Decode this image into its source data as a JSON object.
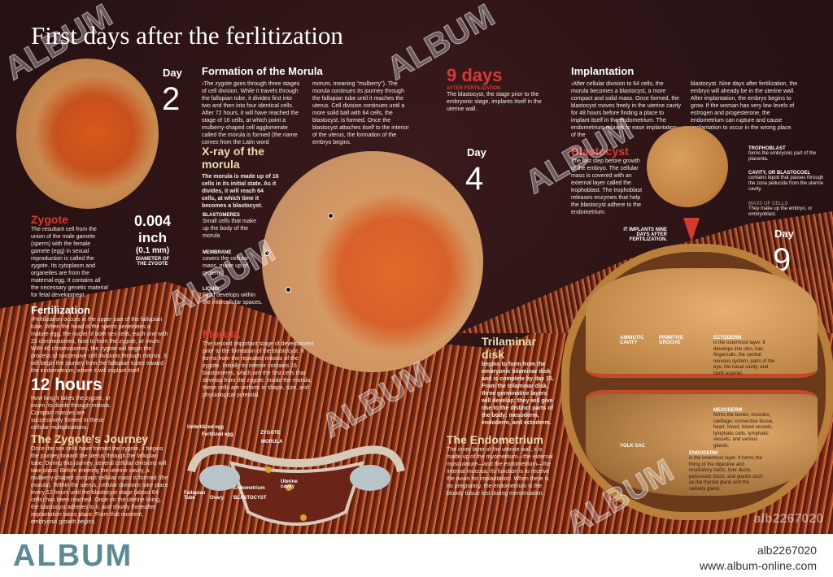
{
  "title": "First days after the ferlitization",
  "day2": {
    "day": "Day",
    "num": "2"
  },
  "morula_formation": {
    "heading": "Formation of the Morula",
    "col1": "›The zygote goes through three stages of cell division. While it travels through the fallopian tube, it divides first into two and then into four identical cells. After 72 hours, it will have reached the stage of 16 cells, at which point a mulberry-shaped cell agglomerate called the morula is formed (the name comes from the Latin word",
    "col2": "morum, meaning \"mulberry\"). The morula continues its journey through the fallopian tube until it reaches the uterus. Cell division continues until a more solid ball with 64 cells, the blastocyst, is formed. Once the blastocyst attaches itself to the interior of the uterus, the formation of the embryo begins."
  },
  "nine_days": {
    "heading": "9 days",
    "sub": "AFTER FERTILIZATION",
    "text": "The blastocyst, the stage prior to the embryonic stage, implants itself in the uterine wall."
  },
  "implantation": {
    "heading": "Implantation",
    "col1": "›After cellular division to 64 cells, the morula becomes a blastocyst, a more compact and solid mass. Once formed, the blastocyst moves freely in the uterine cavity for 48 hours before finding a place to implant itself in the endometrium. The endometrium relaxes to ease implantation of the",
    "col2": "blastocyst. Nine days after fertilization, the embryo will already be in the uterine wall. After implantation, the embryo begins to grow. If the woman has very low levels of estrogen and progesterone, the endometrium can rupture and cause implantation to occur in the wrong place."
  },
  "zygote": {
    "heading": "Zygote",
    "text": "The resultant cell from the union of the male gamete (sperm) with the female gamete (egg) in sexual reproduction is called the zygote. Its cytoplasm and organelles are from the maternal egg. It contains all the necessary genetic material for fetal development."
  },
  "size": {
    "value": "0.004",
    "unit": "inch",
    "mm": "(0.1 mm)",
    "caption": "DIAMETER OF THE ZYGOTE"
  },
  "xray": {
    "heading": "X-ray of the morula",
    "text": "The morula is made up of 16 cells in its initial state. As it divides, it will reach 64 cells, at which time it becomes a blastocyst.",
    "labels": [
      {
        "title": "BLASTOMERES",
        "text": "Small cells that make up the body of the morula"
      },
      {
        "title": "MEMBRANE",
        "text": "covers the cellular mass, made up of proteins"
      },
      {
        "title": "LIQUID",
        "text": "Fluid develops within the intercellular spaces."
      }
    ]
  },
  "morula": {
    "heading": "Morula",
    "text": "The second important stage of development prior to the formation of the blastocyst. It forms from the repeated mitosis of the zygote. Initially its interior contains 16 blastomeres, which are the first cells that develop from the zygote. Inside the morula, these cells are uniform in shape, size, and physiological potential."
  },
  "fertilization": {
    "heading": "Fertilization",
    "text": "›Fertilization occurs in the upper part of the fallopian tube. When the head of the sperm penetrates a mature egg, the nuclei of both sex cells, each one with 23 chromosomes, fuse to form the zygote, or ovum. With 46 chromosomes, the zygote will begin the process of successive cell divisions through mitosis. It will begin the journey from the fallopian tubes toward the endometrium, where it will implant itself."
  },
  "hours": {
    "heading": "12 hours",
    "text": "How long it takes the zygote, or ovum, to divide through mitosis. Compact masses are successively formed in these cellular multiplications."
  },
  "journey": {
    "heading": "The Zygote's Journey",
    "text": "Once the sex cells have formed the zygote, it begins the journey toward the uterus through the fallopian tube. During this journey, several cellular divisions will take place. Before entering the uterine cavity, a mulberry-shaped compact cellular mass is formed (the morula). Within the uterus, cellular divisions take place every 12 hours until the blastocyst stage (about 64 cells) has been reached. Once on the uterine lining, the blastocyst adheres to it, and shortly thereafter implantation takes place. From that moment, embryonic growth begins."
  },
  "uterus_labels": {
    "unfertilized": "Unfertilized egg",
    "fertilized": "Fertilized egg",
    "zygote": "ZYGOTE",
    "morula": "MORULA",
    "fallopian": "Fallopian Tube",
    "ovary": "Ovary",
    "endometrium": "Endometrium",
    "blastocyst": "BLASTOCYST",
    "cavity": "Uterine cavity"
  },
  "day4": {
    "day": "Day",
    "num": "4"
  },
  "blastocyst": {
    "heading": "Blastocyst",
    "text": "The last step before growth of the embryo. The cellular mass is covered with an external layer called the trophoblast. The trophoblast releases enzymes that help the blastocyst adhere to the endometrium.",
    "labels": [
      {
        "title": "TROPHOBLAST",
        "text": "forms the embryonic part of the placenta."
      },
      {
        "title": "CAVITY, OR BLASTOCOEL",
        "text": "contains liquid that passes through the zona pellucida from the uterine cavity."
      },
      {
        "title": "MASS OF CELLS",
        "text": "They make up the embryo, or embryoblast."
      }
    ]
  },
  "implants": "IT IMPLANTS NINE DAYS AFTER FERTILIZATION.",
  "day9": {
    "day": "Day",
    "num": "9"
  },
  "trilaminar": {
    "heading": "Trilaminar disk",
    "text": "begins to form from the embryonic bilaminar disk and is complete by day 15. From the trilaminar disk, three germinative layers will develop; they will give rise to the distinct parts of the body: mesoderm, endoderm, and ectoderm."
  },
  "endometrium": {
    "heading": "The Endometrium",
    "text": "The inner layer of the uterine wall, it is made up of the myometrium—the external musculature—and the endometrium—the internal mucosa. Its function is to receive the ovum for implantation. When there is no pregnancy, the endometrium is the bloody tissue lost during menstruation."
  },
  "embryo_labels": {
    "amniotic": "AMNIOTIC CAVITY",
    "groove": "PRIMITIVE GROOVE",
    "yolk": "YOLK SAC",
    "ectoderm": {
      "title": "ECTODERM",
      "text": "is the outermost layer. It develops into skin, hair, fingernails, the central nervous system, parts of the eye, the nasal cavity, and tooth enamel."
    },
    "mesoderm": {
      "title": "MESODERM",
      "text": "forms the bones, muscles, cartilage, connective tissue, heart, blood, blood vessels, lymphatic cells, lymphatic vessels, and various glands."
    },
    "endoderm": {
      "title": "ENDODERM",
      "text": "is the innermost layer. It forms the lining of the digestive and respiratory tracts, liver ducts, pancreatic ducts, and glands such as the thyroid gland and the salivary gland."
    }
  },
  "watermark": "ALBUM",
  "footer": {
    "logo": "ALBUM",
    "id": "alb2267020",
    "url": "www.album-online.com"
  },
  "colors": {
    "background": "#2a1214",
    "accent_red": "#d83a32",
    "heading_cream": "#e8dcb0",
    "logo": "#5a8a94"
  }
}
